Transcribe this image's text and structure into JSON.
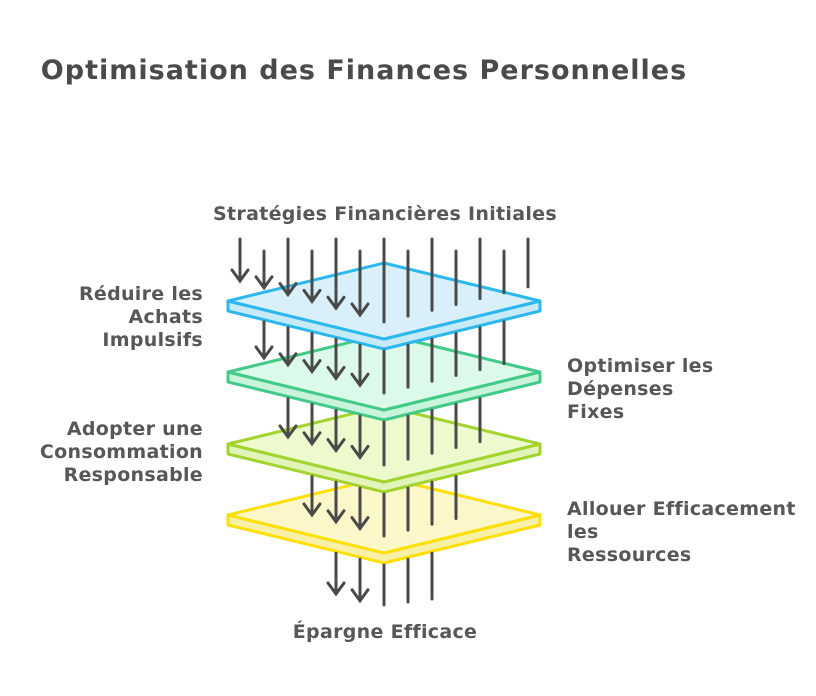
{
  "title": "Optimisation des Finances Personnelles",
  "flow": {
    "input_label": "Stratégies Financières Initiales",
    "output_label": "Épargne Efficace"
  },
  "layers": [
    {
      "label": "Réduire les Achats\nImpulsifs",
      "side": "left",
      "border_color": "#2cb8ec",
      "fill_color": "#d9f0fb",
      "side_color": "#c6eaf8"
    },
    {
      "label": "Optimiser les Dépenses\nFixes",
      "side": "right",
      "border_color": "#43ca88",
      "fill_color": "#dbfae9",
      "side_color": "#c9f4dc"
    },
    {
      "label": "Adopter une\nConsommation\nResponsable",
      "side": "left",
      "border_color": "#a3d32f",
      "fill_color": "#ecfacd",
      "side_color": "#e2f4ba"
    },
    {
      "label": "Allouer Efficacement les\nRessources",
      "side": "right",
      "border_color": "#ffdf04",
      "fill_color": "#fbf7c9",
      "side_color": "#f7f0a9"
    }
  ],
  "colors": {
    "arrow": "#4a4a4a",
    "title_text": "#4a4a4a",
    "label_text": "#575757"
  }
}
